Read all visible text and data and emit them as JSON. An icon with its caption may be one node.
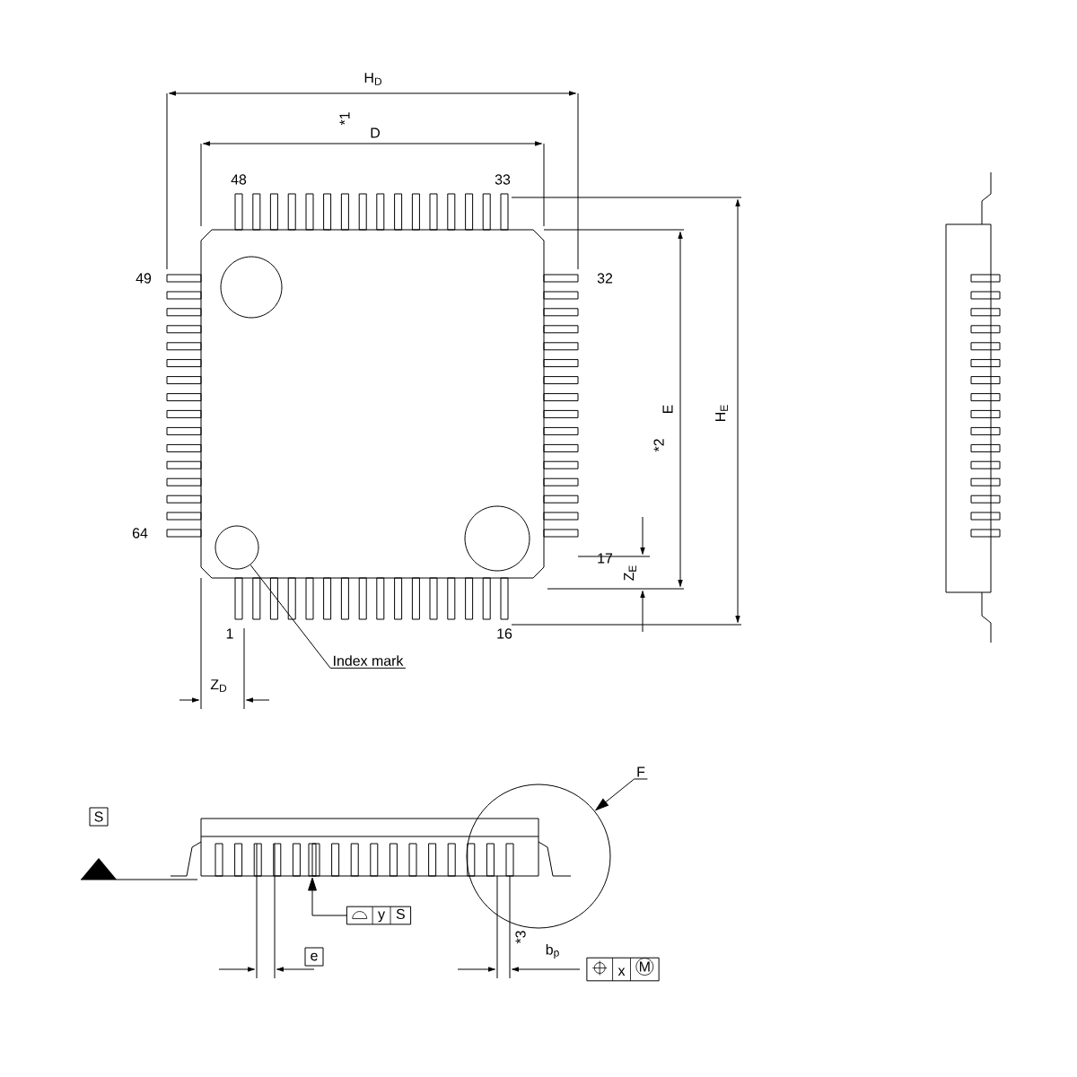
{
  "diagram": {
    "nodes": [
      {
        "text": [],
        "shape": "circle"
      },
      {
        "text": [
          "Index mark"
        ]
      },
      {
        "text": [],
        "shape": "circle"
      },
      {
        "text": [
          "F"
        ]
      },
      {
        "text": [
          "y",
          "S"
        ]
      },
      {
        "text": [
          "x",
          "M"
        ]
      },
      {
        "text": [],
        "shape": "bar"
      }
    ],
    "edges": [
      {
        "from": 1,
        "to": 0,
        "arrow": "none"
      },
      {
        "from": 3,
        "to": 2,
        "arrow": "to"
      },
      {
        "from": 4,
        "to": 6,
        "arrow": "to"
      }
    ],
    "labels": [
      "H$_{D}$",
      "*1",
      "D",
      "48",
      "33",
      "49",
      "32",
      "E",
      "*2",
      "H$_{E}$",
      "64",
      "17",
      "Z$_{E}$",
      "1",
      "16",
      "Z$_{D}$",
      "S",
      "e",
      "*3",
      "b$_{p}$"
    ]
  }
}
